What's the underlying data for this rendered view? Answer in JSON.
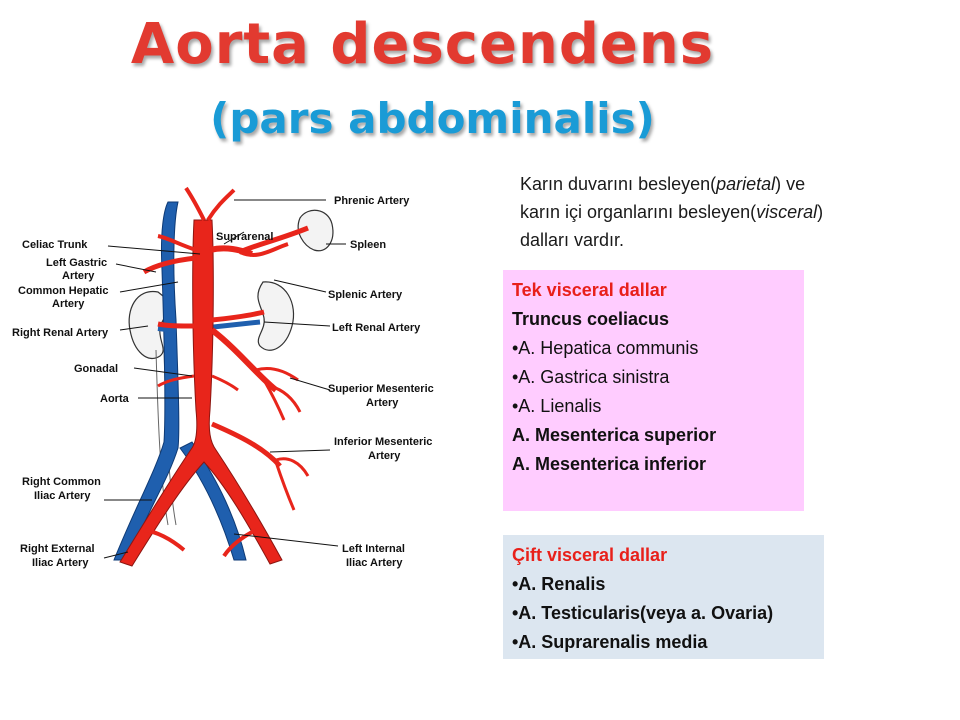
{
  "title": "Aorta descendens",
  "subtitle": "(pars abdominalis)",
  "intro": {
    "line1_a": "Karın duvarını besleyen(",
    "line1_em": "parietal",
    "line1_b": ") ve",
    "line2_a": "karın içi organlarını besleyen(",
    "line2_em": "visceral",
    "line2_b": ")",
    "line3": "dalları vardır."
  },
  "single_box": {
    "heading": "Tek visceral dallar",
    "subheading": "Truncus coeliacus",
    "items": [
      "•A. Hepatica communis",
      "•A. Gastrica sinistra",
      "•A.  Lienalis"
    ],
    "numbered": [
      "A.   Mesenterica superior",
      "A.   Mesenterica inferior"
    ]
  },
  "pair_box": {
    "heading": "Çift visceral dallar",
    "items": [
      "•A. Renalis",
      "•A. Testicularis(veya a. Ovaria)",
      "•A. Suprarenalis media"
    ]
  },
  "diagram": {
    "labels": {
      "phrenic": "Phrenic Artery",
      "suprarenal": "Suprarenal",
      "spleen": "Spleen",
      "celiac": "Celiac Trunk",
      "left_gastric_1": "Left Gastric",
      "left_gastric_2": "Artery",
      "common_hepatic_1": "Common Hepatic",
      "common_hepatic_2": "Artery",
      "splenic": "Splenic Artery",
      "right_renal": "Right Renal Artery",
      "left_renal": "Left Renal Artery",
      "gonadal": "Gonadal",
      "superior_mes_1": "Superior Mesenteric",
      "superior_mes_2": "Artery",
      "aorta": "Aorta",
      "inferior_mes_1": "Inferior Mesenteric",
      "inferior_mes_2": "Artery",
      "right_common_1": "Right Common",
      "right_common_2": "Iliac Artery",
      "right_external_1": "Right External",
      "right_external_2": "Iliac Artery",
      "left_internal_1": "Left Internal",
      "left_internal_2": "Iliac Artery"
    }
  },
  "colors": {
    "title": "#e23a30",
    "subtitle": "#1a9bd6",
    "artery": "#e8251b",
    "vein": "#1f5fae",
    "single_box_bg": "#ffccff",
    "pair_box_bg": "#dce6f0"
  }
}
